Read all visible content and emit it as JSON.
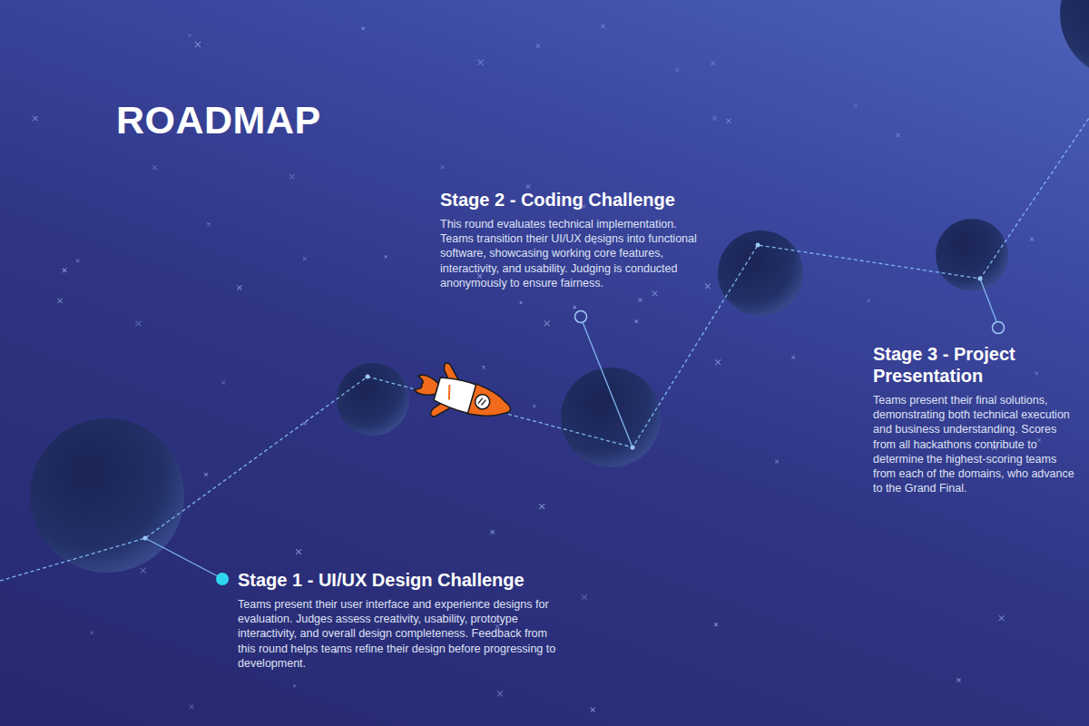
{
  "diagram": {
    "title": "ROADMAP",
    "nodes": [
      {
        "text": [
          "Stage 1 - UI/UX Design Challenge",
          "Teams present their user interface and experience designs for evaluation. Judges assess creativity, usability, prototype interactivity, and overall design completeness. Feedback from this round helps teams refine their design before progressing to development."
        ]
      },
      {
        "text": [
          "Stage 2 - Coding Challenge",
          "This round evaluates technical implementation. Teams transition their UI/UX designs into functional software, showcasing working core features, interactivity, and usability. Judging is conducted anonymously to ensure fairness."
        ]
      },
      {
        "text": [
          "Stage 3 - Project Presentation",
          "Teams present their final solutions, demonstrating both technical execution and business understanding. Scores from all hackathons contribute to determine the highest-scoring teams from each of the domains, who advance to the Grand Final."
        ]
      }
    ]
  }
}
